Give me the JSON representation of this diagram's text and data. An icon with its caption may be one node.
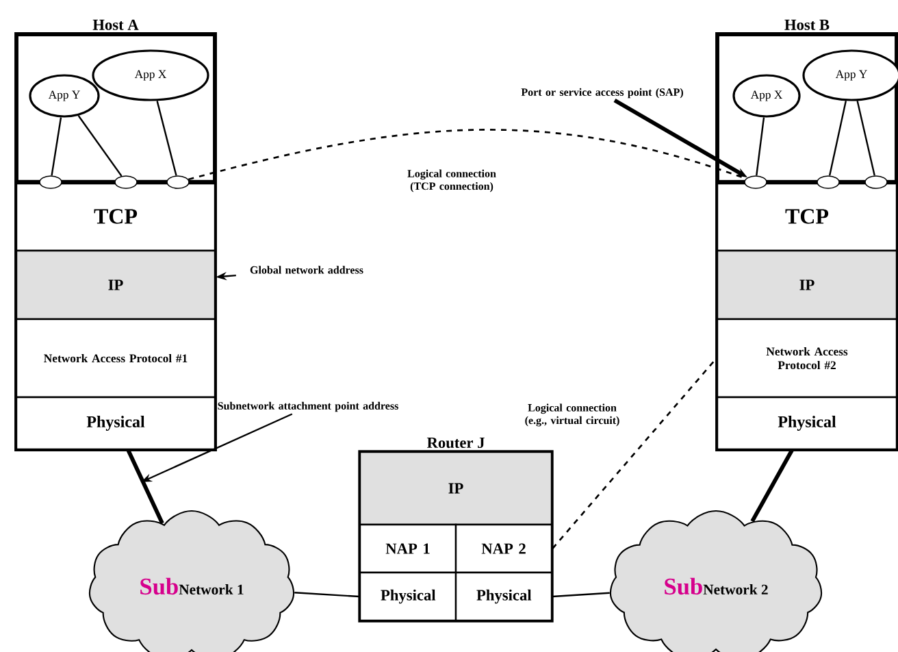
{
  "diagram": {
    "nodes": [
      {
        "text": [
          "Host A"
        ]
      },
      {
        "text": [
          "App Y"
        ],
        "in": 0
      },
      {
        "text": [
          "App X"
        ],
        "in": 0
      },
      {
        "text": [],
        "shape": "circle",
        "in": 0
      },
      {
        "text": [],
        "shape": "circle",
        "in": 0
      },
      {
        "text": [],
        "shape": "circle",
        "in": 0
      },
      {
        "text": [
          "TCP"
        ],
        "in": 0
      },
      {
        "text": [
          "IP"
        ],
        "in": 0
      },
      {
        "text": [
          "Network Access Protocol #1"
        ],
        "in": 0
      },
      {
        "text": [
          "Physical"
        ],
        "in": 0
      },
      {
        "text": [
          "Host B"
        ]
      },
      {
        "text": [
          "App X"
        ],
        "in": 10
      },
      {
        "text": [
          "App Y"
        ],
        "in": 10
      },
      {
        "text": [],
        "shape": "circle",
        "in": 10
      },
      {
        "text": [],
        "shape": "circle",
        "in": 10
      },
      {
        "text": [],
        "shape": "circle",
        "in": 10
      },
      {
        "text": [
          "TCP"
        ],
        "in": 10
      },
      {
        "text": [
          "IP"
        ],
        "in": 10
      },
      {
        "text": [
          "Network Access Protocol #2"
        ],
        "in": 10
      },
      {
        "text": [
          "Physical"
        ],
        "in": 10
      },
      {
        "text": [
          "Router J"
        ]
      },
      {
        "text": [
          "IP"
        ],
        "in": 20
      },
      {
        "text": [
          "NAP 1"
        ],
        "in": 20
      },
      {
        "text": [
          "NAP 2"
        ],
        "in": 20
      },
      {
        "text": [
          "Physical"
        ],
        "in": 20
      },
      {
        "text": [
          "Physical"
        ],
        "in": 20
      },
      {
        "text": [
          "Sub",
          "Network 1"
        ]
      },
      {
        "text": [
          "Sub",
          "Network 2"
        ]
      },
      {
        "text": [
          "Port or service access point (SAP)"
        ]
      },
      {
        "text": [
          "Global network address"
        ]
      },
      {
        "text": [
          "Subnetwork attachment point address"
        ]
      }
    ],
    "edges": [
      {
        "from": 1,
        "to": 3,
        "arrow": "none"
      },
      {
        "from": 1,
        "to": 4,
        "arrow": "none"
      },
      {
        "from": 2,
        "to": 5,
        "arrow": "none"
      },
      {
        "from": 11,
        "to": 13,
        "arrow": "none"
      },
      {
        "from": 12,
        "to": 14,
        "arrow": "none"
      },
      {
        "from": 12,
        "to": 15,
        "arrow": "none"
      },
      {
        "from": 5,
        "to": 13,
        "arrow": "none",
        "style": "dashed",
        "label": "Logical connection (TCP connection)"
      },
      {
        "from": 23,
        "to": 18,
        "arrow": "none",
        "style": "dashed",
        "label": "Logical connection (e.g., virtual circuit)"
      },
      {
        "from": 28,
        "to": 13,
        "arrow": "to",
        "style": "thick"
      },
      {
        "from": 29,
        "to": 7,
        "arrow": "to"
      },
      {
        "from": 30,
        "to": null,
        "arrow": "to"
      },
      {
        "from": 9,
        "to": 26,
        "arrow": "none",
        "style": "thick"
      },
      {
        "from": 19,
        "to": 27,
        "arrow": "none",
        "style": "thick"
      },
      {
        "from": 24,
        "to": 26,
        "arrow": "none"
      },
      {
        "from": 25,
        "to": 27,
        "arrow": "none"
      }
    ]
  }
}
